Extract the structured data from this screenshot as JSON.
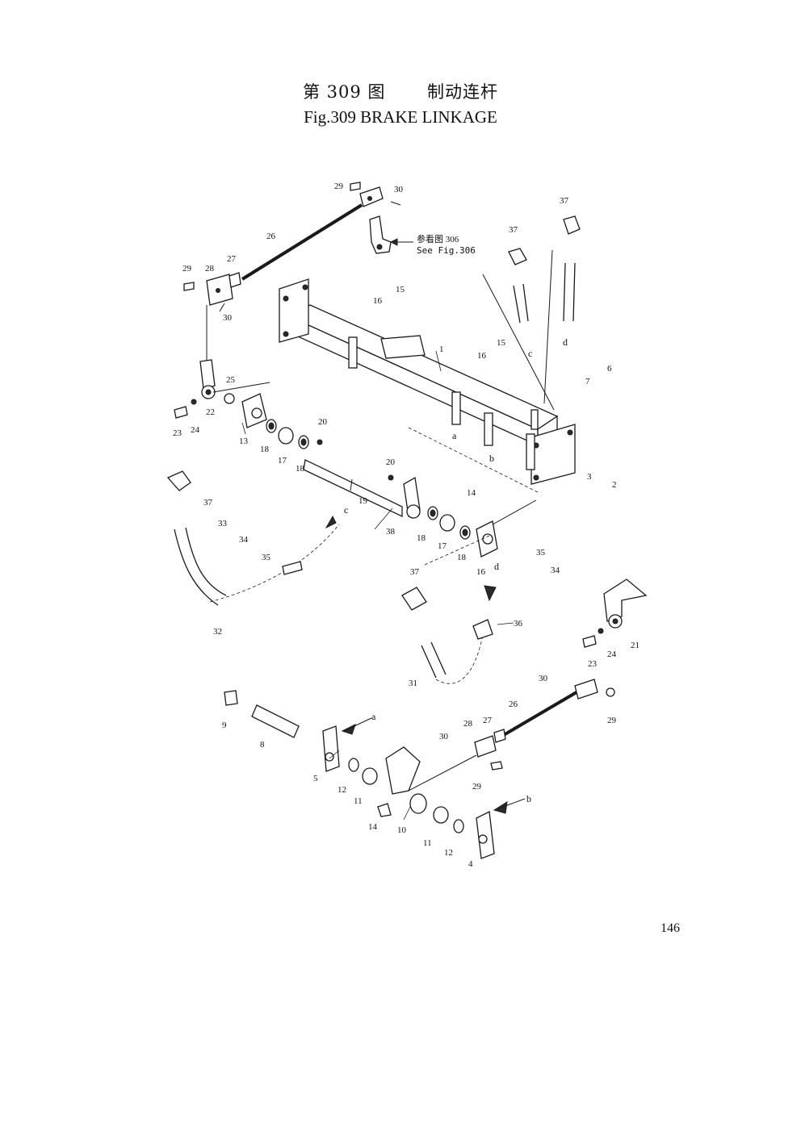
{
  "title": {
    "cn": "第 309 图　　 制动连杆",
    "en": "Fig.309    BRAKE LINKAGE"
  },
  "page_number": "146",
  "reference": {
    "cn": "参看图  306",
    "en": "See Fig.306"
  },
  "part_labels": [
    {
      "text": "29"
    },
    {
      "text": "30"
    },
    {
      "text": "26"
    },
    {
      "text": "37"
    },
    {
      "text": "37"
    },
    {
      "text": "29"
    },
    {
      "text": "28"
    },
    {
      "text": "27"
    },
    {
      "text": "30"
    },
    {
      "text": "16"
    },
    {
      "text": "15"
    },
    {
      "text": "1"
    },
    {
      "text": "16"
    },
    {
      "text": "15"
    },
    {
      "text": "c"
    },
    {
      "text": "d"
    },
    {
      "text": "7"
    },
    {
      "text": "6"
    },
    {
      "text": "25"
    },
    {
      "text": "23"
    },
    {
      "text": "24"
    },
    {
      "text": "22"
    },
    {
      "text": "13"
    },
    {
      "text": "18"
    },
    {
      "text": "17"
    },
    {
      "text": "18"
    },
    {
      "text": "20"
    },
    {
      "text": "a"
    },
    {
      "text": "b"
    },
    {
      "text": "3"
    },
    {
      "text": "2"
    },
    {
      "text": "14"
    },
    {
      "text": "20"
    },
    {
      "text": "19"
    },
    {
      "text": "37"
    },
    {
      "text": "33"
    },
    {
      "text": "34"
    },
    {
      "text": "35"
    },
    {
      "text": "c"
    },
    {
      "text": "32"
    },
    {
      "text": "38"
    },
    {
      "text": "18"
    },
    {
      "text": "17"
    },
    {
      "text": "18"
    },
    {
      "text": "16"
    },
    {
      "text": "d"
    },
    {
      "text": "35"
    },
    {
      "text": "34"
    },
    {
      "text": "37"
    },
    {
      "text": "36"
    },
    {
      "text": "21"
    },
    {
      "text": "23"
    },
    {
      "text": "24"
    },
    {
      "text": "31"
    },
    {
      "text": "30"
    },
    {
      "text": "26"
    },
    {
      "text": "29"
    },
    {
      "text": "9"
    },
    {
      "text": "8"
    },
    {
      "text": "a"
    },
    {
      "text": "28"
    },
    {
      "text": "27"
    },
    {
      "text": "30"
    },
    {
      "text": "29"
    },
    {
      "text": "5"
    },
    {
      "text": "12"
    },
    {
      "text": "11"
    },
    {
      "text": "b"
    },
    {
      "text": "14"
    },
    {
      "text": "10"
    },
    {
      "text": "11"
    },
    {
      "text": "12"
    },
    {
      "text": "4"
    }
  ]
}
